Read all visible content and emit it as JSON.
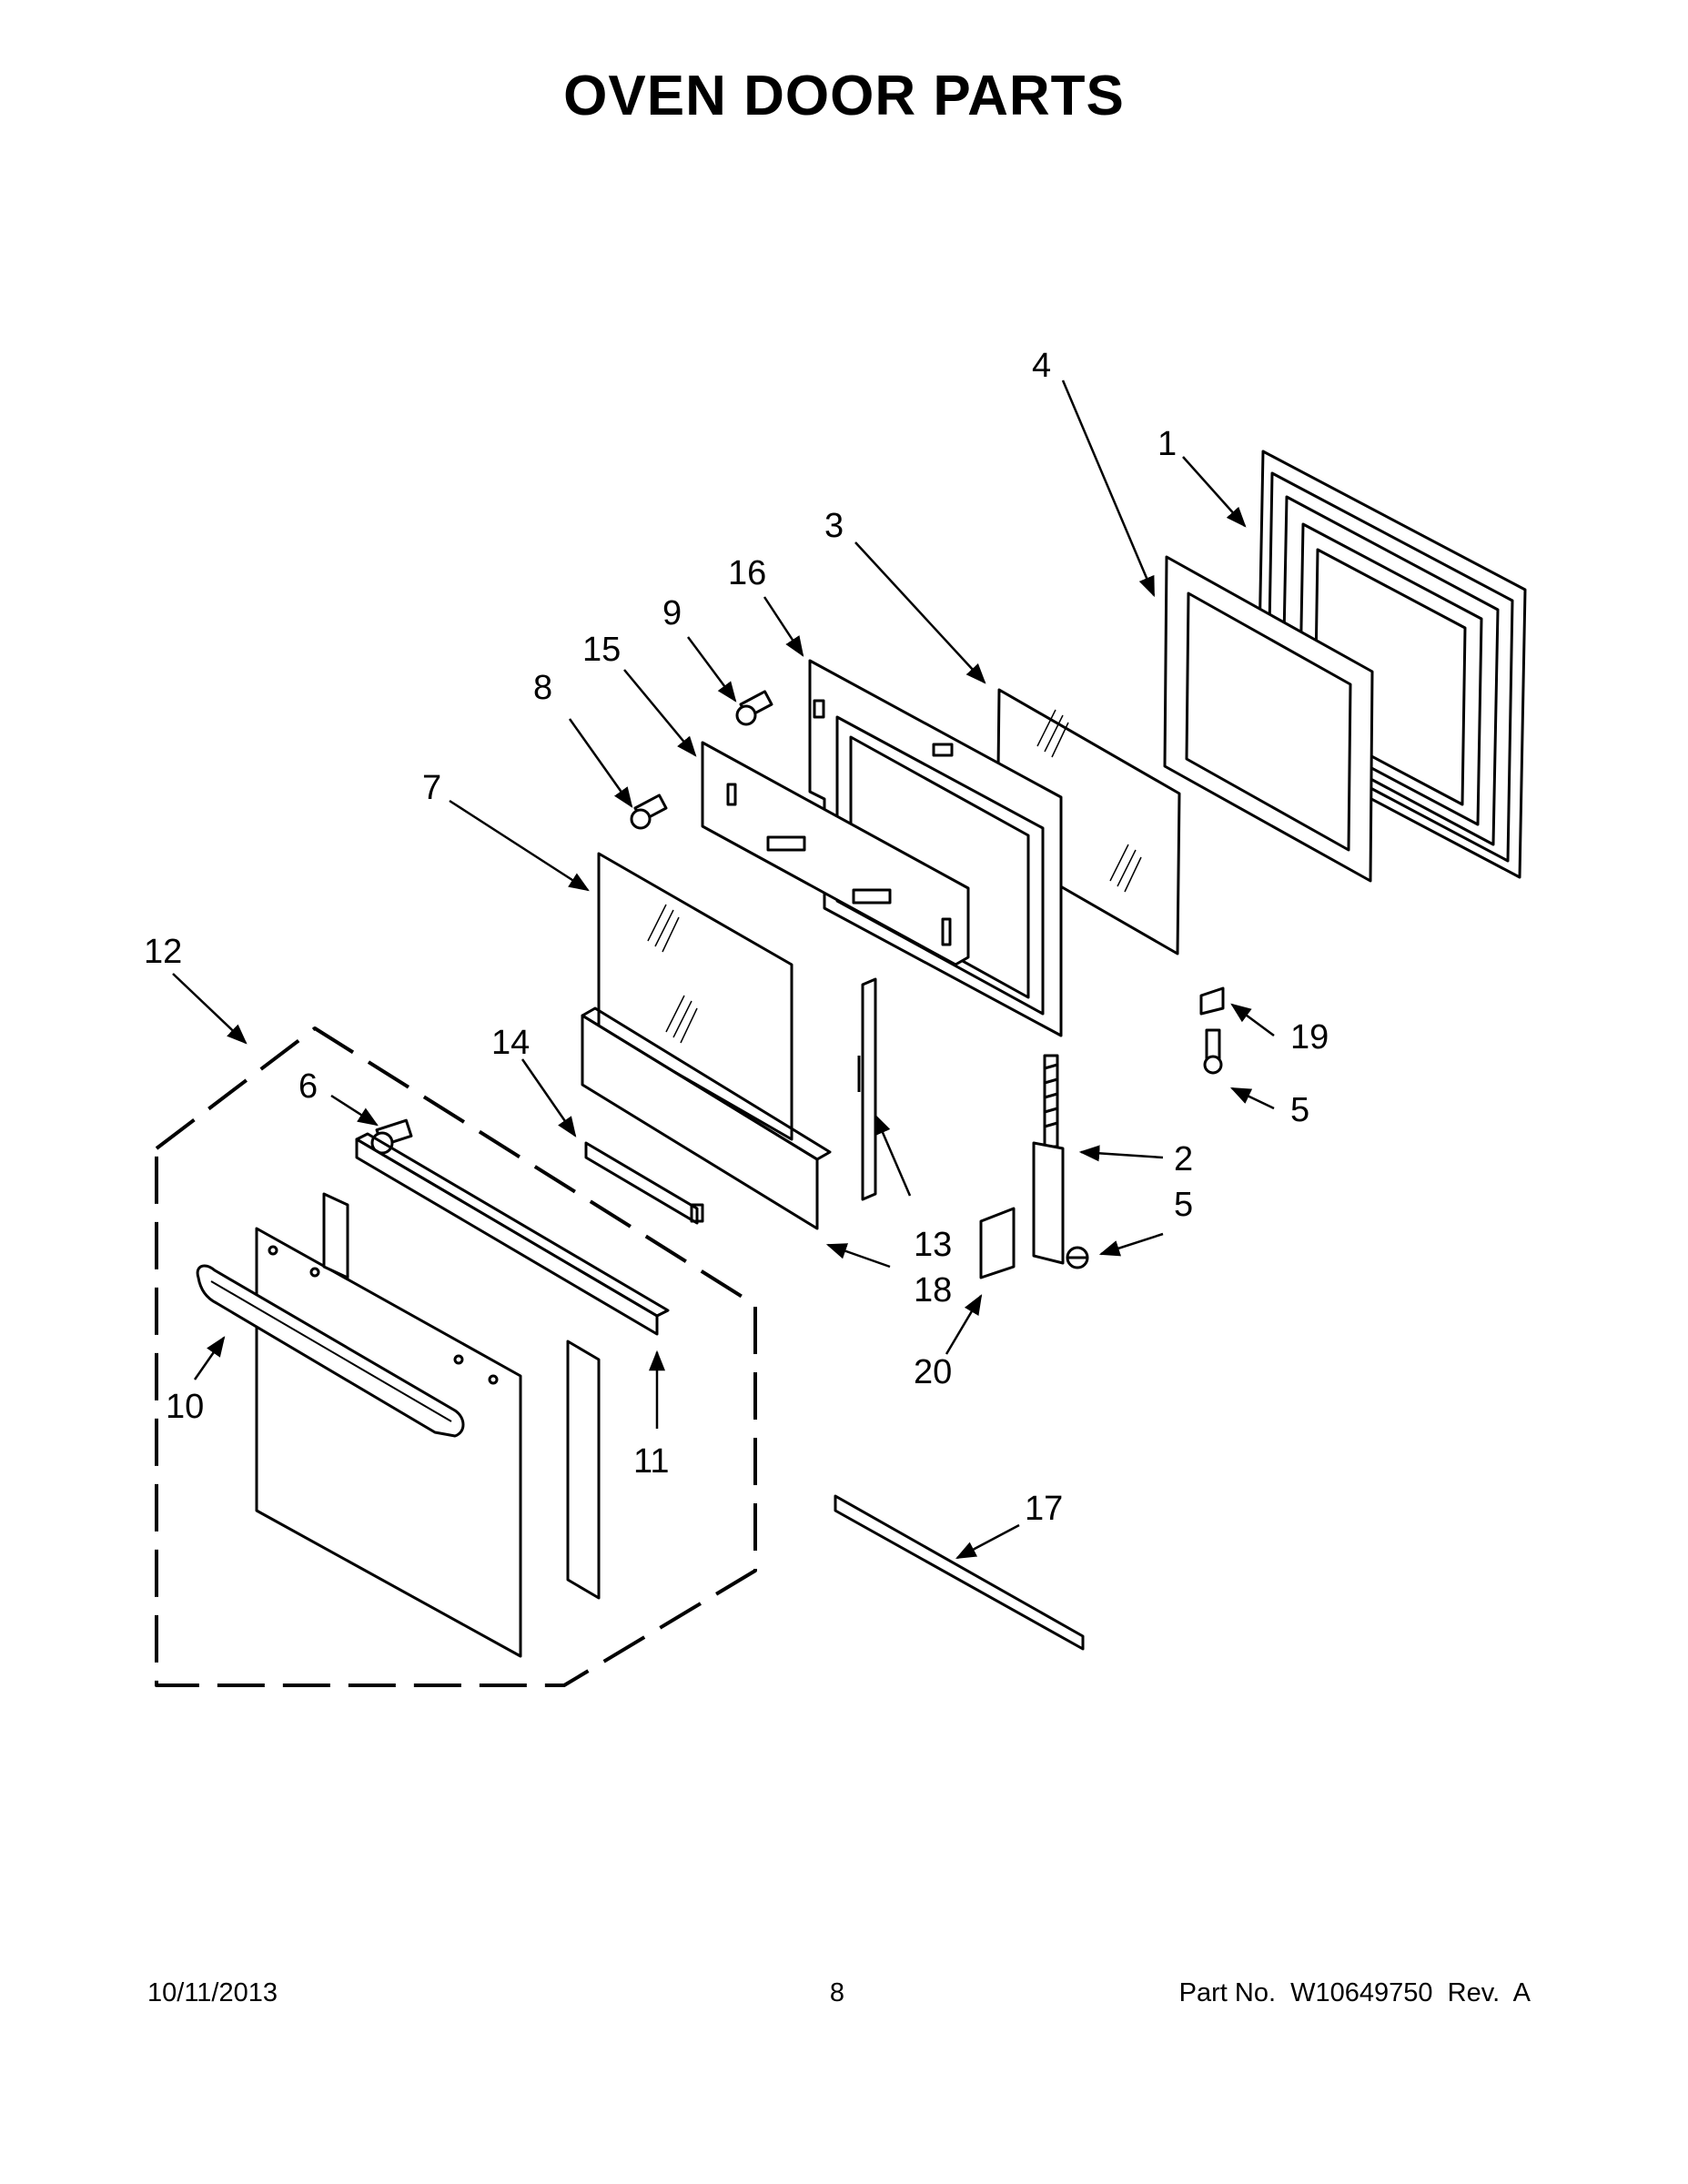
{
  "title": "OVEN DOOR PARTS",
  "footer": {
    "date": "10/11/2013",
    "page": "8",
    "part_number": "Part No.  W10649750  Rev.  A"
  },
  "callouts": [
    "1",
    "2",
    "3",
    "4",
    "5",
    "5",
    "6",
    "7",
    "8",
    "9",
    "10",
    "11",
    "12",
    "13",
    "14",
    "15",
    "16",
    "17",
    "18",
    "19",
    "20"
  ]
}
